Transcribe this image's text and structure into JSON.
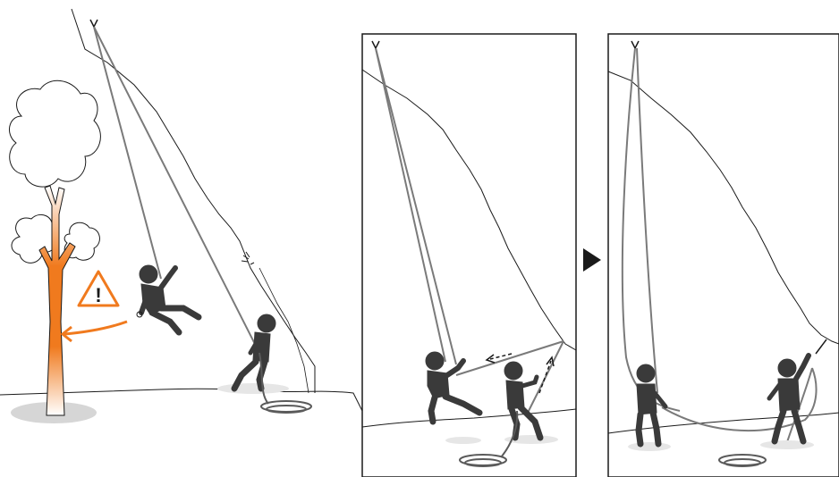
{
  "figure": {
    "panels": [
      {
        "id": "scene-1",
        "warning_icon": "exclamation-triangle-icon",
        "caption": ""
      },
      {
        "id": "scene-2",
        "caption": ""
      },
      {
        "id": "scene-3",
        "caption": ""
      }
    ],
    "transition_icon": "play-arrow-icon",
    "warning_mark": "!",
    "colors": {
      "line": "#1a1a1a",
      "rope": "#7a7a7a",
      "figure": "#3a3a3a",
      "warning": "#f07a1e",
      "shadow": "#d6d6d6"
    }
  }
}
